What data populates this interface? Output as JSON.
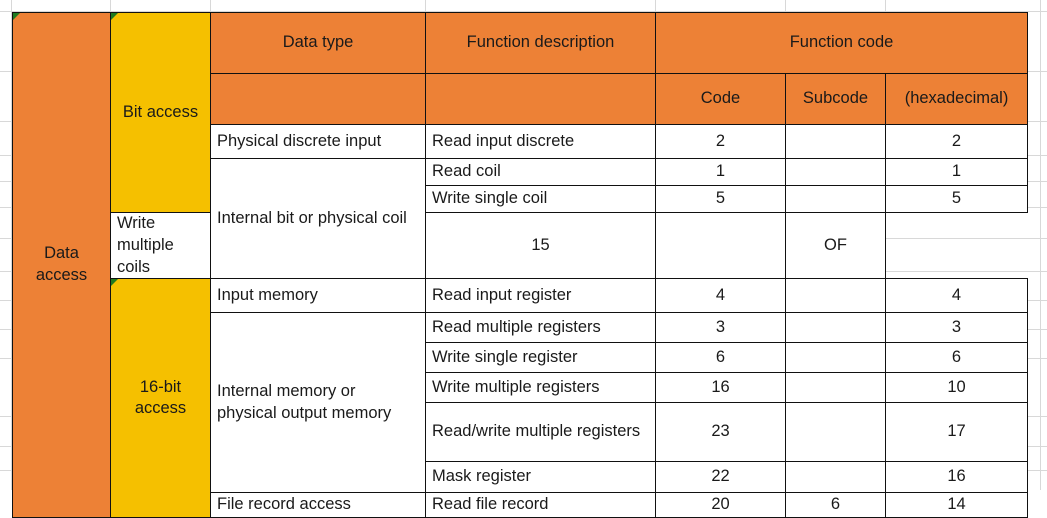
{
  "table": {
    "headers": {
      "data_type": "Data type",
      "function_description": "Function description",
      "function_code": "Function code",
      "code": "Code",
      "subcode": "Subcode",
      "hexadecimal": "(hexadecimal)"
    },
    "category_label": "Data\naccess",
    "category_label_line1": "Data",
    "category_label_line2": "access",
    "access_groups": [
      {
        "label": "Bit access"
      },
      {
        "label": "16-bit\naccess",
        "line1": "16-bit",
        "line2": "access"
      }
    ],
    "data_types": [
      "Physical discrete input",
      "Internal bit or physical coil",
      "Input memory",
      "Internal memory or physical output memory",
      "File record access"
    ],
    "rows": [
      {
        "description": "Read input discrete",
        "code": "2",
        "subcode": "",
        "hex": "2"
      },
      {
        "description": "Read coil",
        "code": "1",
        "subcode": "",
        "hex": "1"
      },
      {
        "description": "Write single coil",
        "code": "5",
        "subcode": "",
        "hex": "5"
      },
      {
        "description": "Write multiple coils",
        "code": "15",
        "subcode": "",
        "hex": "OF"
      },
      {
        "description": "Read input register",
        "code": "4",
        "subcode": "",
        "hex": "4"
      },
      {
        "description": "Read multiple registers",
        "code": "3",
        "subcode": "",
        "hex": "3"
      },
      {
        "description": "Write single register",
        "code": "6",
        "subcode": "",
        "hex": "6"
      },
      {
        "description": "Write multiple registers",
        "code": "16",
        "subcode": "",
        "hex": "10"
      },
      {
        "description": "Read/write multiple registers",
        "code": "23",
        "subcode": "",
        "hex": "17"
      },
      {
        "description": "Mask register",
        "code": "22",
        "subcode": "",
        "hex": "16"
      },
      {
        "description": "Read file record",
        "code": "20",
        "subcode": "6",
        "hex": "14"
      }
    ]
  },
  "colors": {
    "header_orange": "#ED8136",
    "access_yellow": "#F5C000",
    "border": "#111111",
    "gridline": "#d8d8d8",
    "text": "#1a1a1a"
  }
}
